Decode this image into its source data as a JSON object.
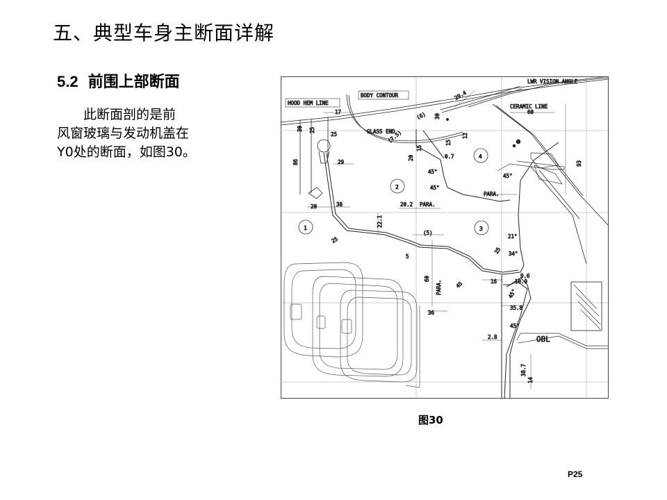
{
  "page_title": "五、典型车身主断面详解",
  "section": {
    "number": "5.2",
    "heading": "前围上部断面"
  },
  "body_lines": [
    "此断面剖的是前",
    "风窗玻璃与发动机盖在",
    "Y0处的断面，如图30。"
  ],
  "figure": {
    "caption": "图30",
    "labels": {
      "hood_hem_line": "HOOD HEM LINE",
      "body_contour": "BODY CONTOUR",
      "glass_end": "GLASS END",
      "lwr_vision_angle": "LWR VISION ANGLE",
      "ceramic_line": "CERAMIC LINE",
      "para_1": "PARA.",
      "para_2": "PARA.",
      "para_3": "PARA.",
      "obl": "OBL"
    },
    "dimensions": {
      "d17": "17",
      "d30": "30",
      "d25a": "25",
      "d25b": "25",
      "d29": "29",
      "d86": "86",
      "d20": "20",
      "d38": "38",
      "d20_2": "20.2",
      "d22_1": "22.1",
      "d25c": "25",
      "d5_paren": "(5)",
      "d5": "5",
      "d60a": "60",
      "d36": "36",
      "d45a": "45°",
      "d45b": "45°",
      "d45c": "45",
      "d0_7": "0.7",
      "d15a": "15",
      "d15b": "15",
      "d20b": "20",
      "d6_paren": "(6)",
      "d30b": "30",
      "d7_5": "(7.5)",
      "d29_4": "29.4",
      "d60b": "60",
      "d93": "93",
      "d45d": "45°",
      "d21": "21°",
      "d34": "34°",
      "d25d": "25",
      "d9_6": "9.6",
      "d10_9": "10.9",
      "d16": "16",
      "d35_8": "35.8",
      "d45e": "45°",
      "d45f": "45°",
      "d2_8": "2.8",
      "d38_7": "38.7",
      "d14": "14",
      "d12": "12"
    },
    "balloons": [
      "1",
      "2",
      "3",
      "4"
    ]
  },
  "page_number": "P25"
}
